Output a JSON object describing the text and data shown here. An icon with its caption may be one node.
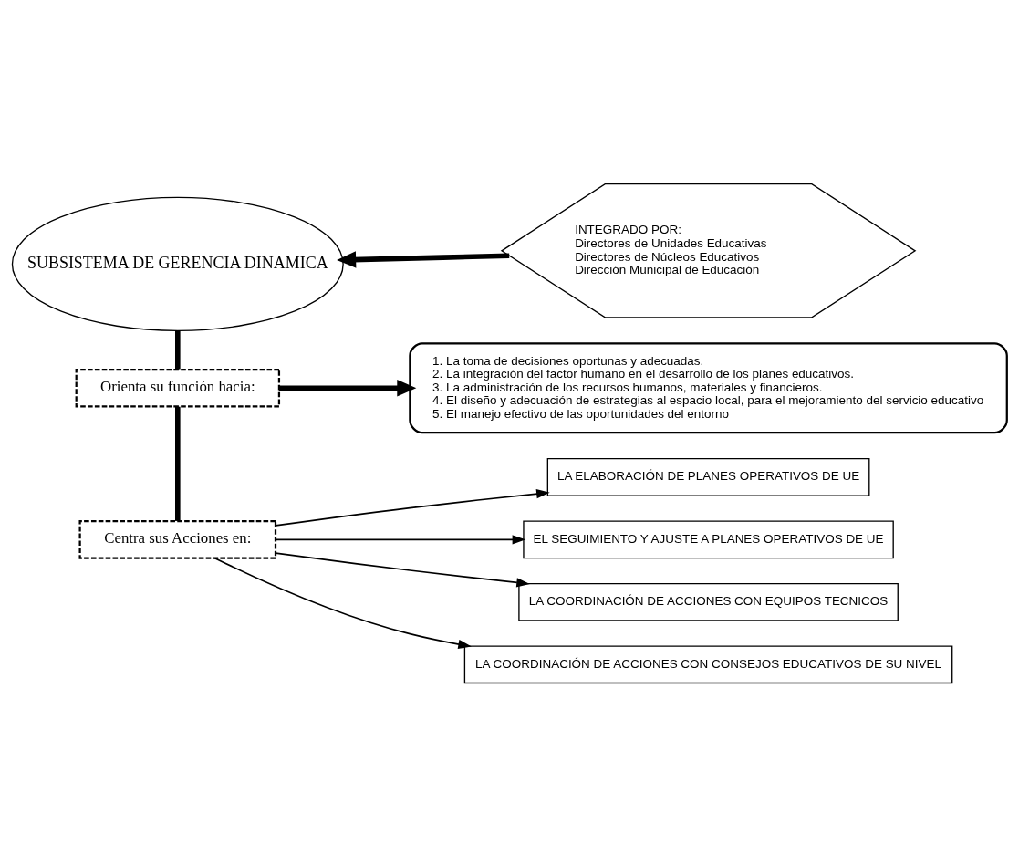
{
  "diagram": {
    "nodes": [
      {
        "text": [
          "SUBSISTEMA DE GERENCIA DINAMICA"
        ]
      },
      {
        "text": [
          "INTEGRADO POR:",
          "Directores de Unidades Educativas",
          "Directores de Núcleos Educativos",
          "Dirección Municipal de Educación"
        ]
      },
      {
        "text": [
          "Orienta su función hacia:"
        ]
      },
      {
        "text": [
          "1. La toma de decisiones oportunas y adecuadas.",
          "2. La integración del factor humano en el desarrollo de los planes educativos.",
          "3. La administración de los recursos humanos, materiales y financieros.",
          "4. El diseño y adecuación de estrategias al espacio local, para el mejoramiento del servicio educativo",
          "5. El manejo efectivo de las oportunidades del entorno"
        ]
      },
      {
        "text": [
          "Centra sus Acciones en:"
        ]
      },
      {
        "text": [
          "LA ELABORACIÓN DE PLANES OPERATIVOS DE UE"
        ]
      },
      {
        "text": [
          "EL SEGUIMIENTO Y AJUSTE A PLANES OPERATIVOS DE UE"
        ]
      },
      {
        "text": [
          "LA COORDINACIÓN DE ACCIONES CON EQUIPOS TECNICOS"
        ]
      },
      {
        "text": [
          "LA COORDINACIÓN DE ACCIONES CON CONSEJOS EDUCATIVOS DE SU NIVEL"
        ]
      }
    ],
    "edges": [
      {
        "from": 1,
        "to": 0,
        "arrow": "to",
        "style": "thick"
      },
      {
        "from": 0,
        "to": 2,
        "arrow": "none",
        "style": "thick"
      },
      {
        "from": 2,
        "to": 3,
        "arrow": "to",
        "style": "thick"
      },
      {
        "from": 2,
        "to": 4,
        "arrow": "none",
        "style": "thick"
      },
      {
        "from": 4,
        "to": 5,
        "arrow": "to"
      },
      {
        "from": 4,
        "to": 6,
        "arrow": "to"
      },
      {
        "from": 4,
        "to": 7,
        "arrow": "to"
      },
      {
        "from": 4,
        "to": 8,
        "arrow": "to"
      }
    ]
  }
}
